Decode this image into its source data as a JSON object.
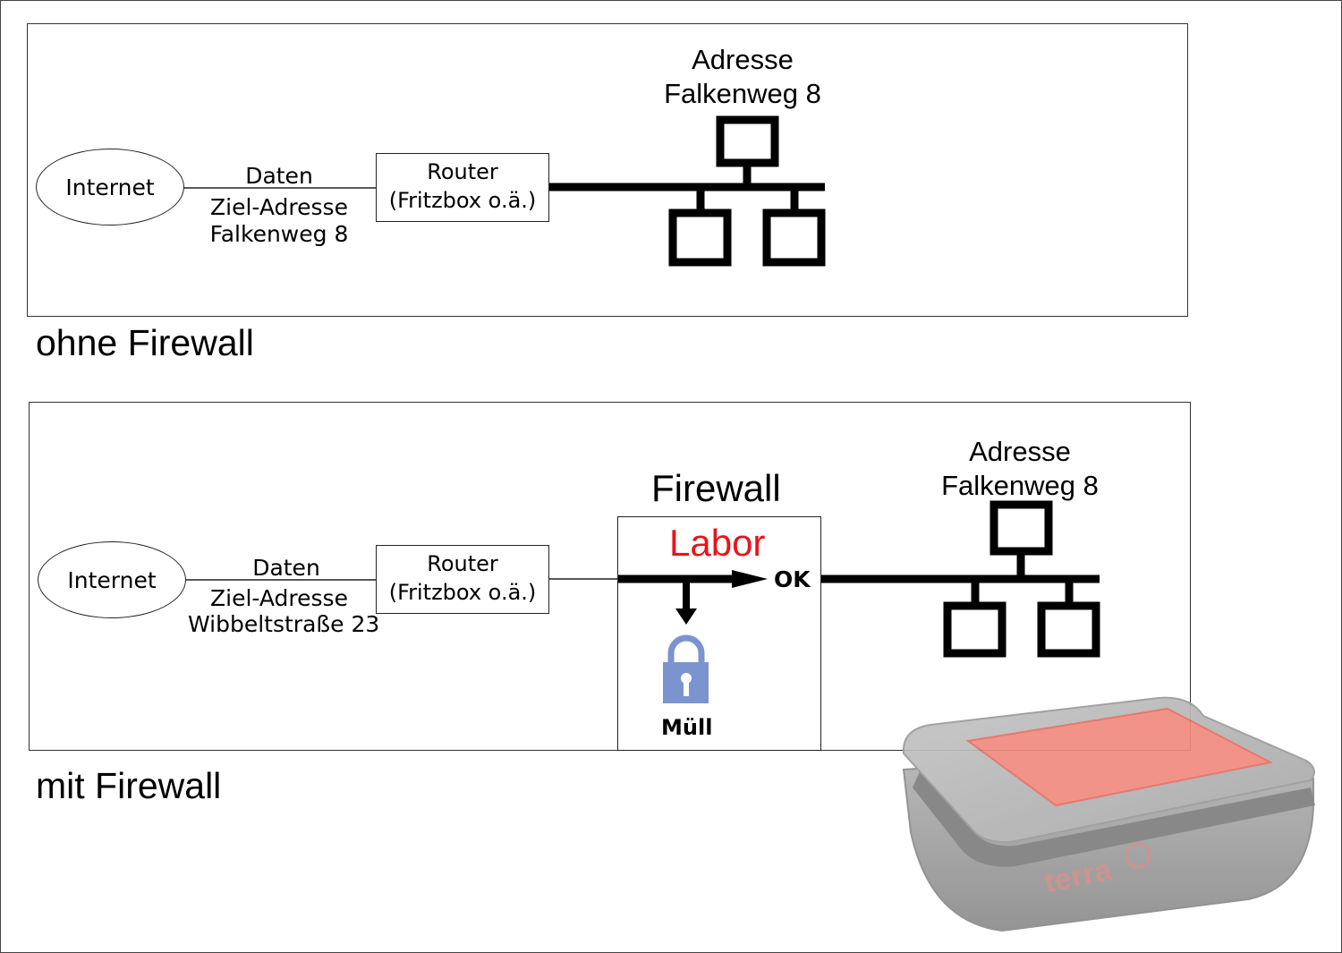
{
  "panel_without": {
    "internet_label": "Internet",
    "data_label": "Daten",
    "target_line1": "Ziel-Adresse",
    "target_line2": "Falkenweg 8",
    "router_line1": "Router",
    "router_line2": "(Fritzbox o.ä.)",
    "address_line1": "Adresse",
    "address_line2": "Falkenweg 8",
    "caption": "ohne Firewall"
  },
  "panel_with": {
    "internet_label": "Internet",
    "data_label": "Daten",
    "target_line1": "Ziel-Adresse",
    "target_line2": "Wibbeltstraße 23",
    "router_line1": "Router",
    "router_line2": "(Fritzbox o.ä.)",
    "firewall_title": "Firewall",
    "lab_label": "Labor",
    "ok_label": "OK",
    "trash_label": "Müll",
    "address_line1": "Adresse",
    "address_line2": "Falkenweg 8",
    "caption": "mit Firewall"
  },
  "device_brand": "terra",
  "colors": {
    "lab_red": "#e8141b",
    "lock_blue": "#7b93cf",
    "device_gray": "#9a9a9a",
    "device_top_red": "#f08a7e"
  },
  "icons": [
    "network-topology-icon",
    "lock-icon",
    "arrow-right-icon",
    "arrow-down-icon",
    "firewall-device-image"
  ]
}
